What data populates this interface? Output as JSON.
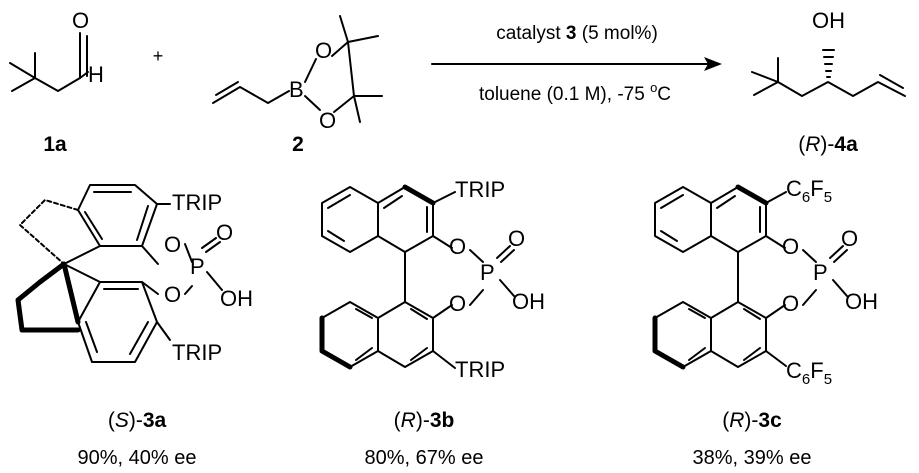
{
  "scheme": {
    "plus": "+",
    "conditions": {
      "catalyst_text": "catalyst ",
      "catalyst_number": "3",
      "catalyst_loading": " (5 mol%)",
      "solvent_prefix": "toluene (0.1 M), -75 ",
      "degree_sup": "o",
      "celsius": "C"
    },
    "reactant_aldehyde": {
      "label": "1a",
      "atoms": {
        "oxygen": "O",
        "hydrogen": "H"
      }
    },
    "reactant_boronate": {
      "label": "2",
      "atoms": {
        "boron": "B",
        "oxygen_top": "O",
        "oxygen_bottom": "O"
      }
    },
    "product": {
      "label_open": "(",
      "label_config": "R",
      "label_close": ")-",
      "label_compound": "4a",
      "atoms": {
        "hydroxyl": "OH"
      }
    }
  },
  "catalysts": [
    {
      "label_open": "(",
      "config": "S",
      "label_close": ")-",
      "compound": "3a",
      "result": "90%, 40% ee",
      "substituent_top": "TRIP",
      "substituent_bottom": "TRIP",
      "atoms": {
        "o1": "O",
        "o2": "O",
        "p": "P",
        "o_dbl": "O",
        "oh": "OH"
      }
    },
    {
      "label_open": "(",
      "config": "R",
      "label_close": ")-",
      "compound": "3b",
      "result": "80%, 67% ee",
      "substituent_top": "TRIP",
      "substituent_bottom": "TRIP",
      "atoms": {
        "o1": "O",
        "o2": "O",
        "p": "P",
        "o_dbl": "O",
        "oh": "OH"
      }
    },
    {
      "label_open": "(",
      "config": "R",
      "label_close": ")-",
      "compound": "3c",
      "result": "38%, 39% ee",
      "substituent_top": {
        "c": "C",
        "c_sub": "6",
        "f": "F",
        "f_sub": "5"
      },
      "substituent_bottom": {
        "c": "C",
        "c_sub": "6",
        "f": "F",
        "f_sub": "5"
      },
      "atoms": {
        "o1": "O",
        "o2": "O",
        "p": "P",
        "o_dbl": "O",
        "oh": "OH"
      }
    }
  ]
}
